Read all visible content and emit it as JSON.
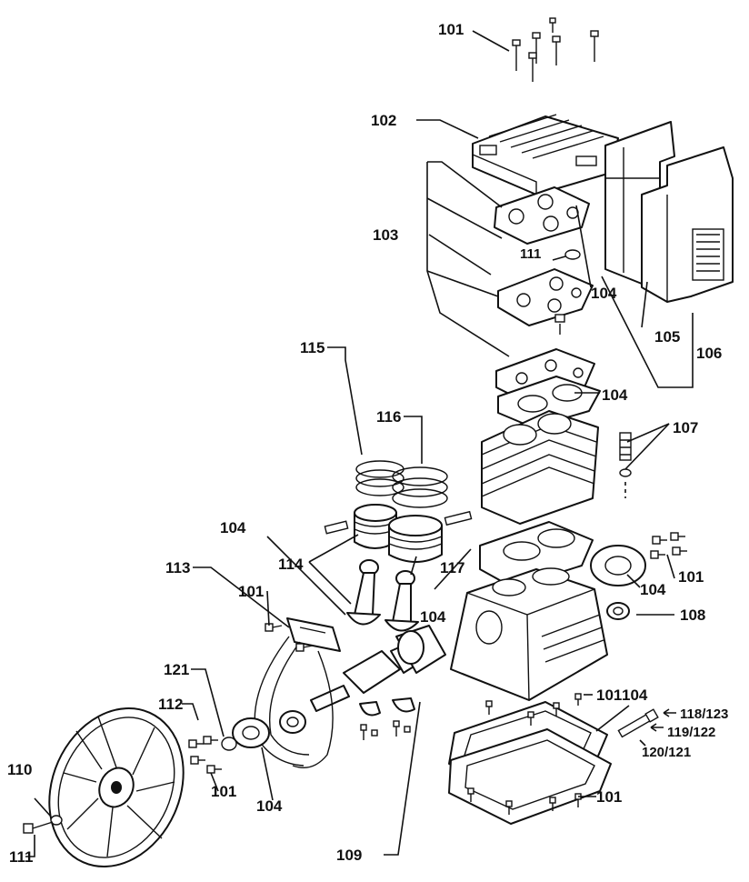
{
  "colors": {
    "ink": "#111111",
    "paper": "#ffffff"
  },
  "labels": {
    "l101_top": "101",
    "l102": "102",
    "l103": "103",
    "l104_valve": "104",
    "l111_top": "111",
    "l105": "105",
    "l106": "106",
    "l104_cyl": "104",
    "l107": "107",
    "l115": "115",
    "l116": "116",
    "l104_left": "104",
    "l114": "114",
    "l117": "117",
    "l113": "113",
    "l101_left": "101",
    "l104_mid": "104",
    "l104_side": "104",
    "l101_right": "101",
    "l108": "108",
    "l121": "121",
    "l112": "112",
    "l101_bcrank": "101",
    "l104_bottom": "104",
    "l110": "110",
    "l111_bottom": "111",
    "l109": "109",
    "l104_plate": "104",
    "l118_123": "118/123",
    "l119_122": "119/122",
    "l120_121": "120/121",
    "l101_base": "101",
    "l101_bplate": "101"
  }
}
